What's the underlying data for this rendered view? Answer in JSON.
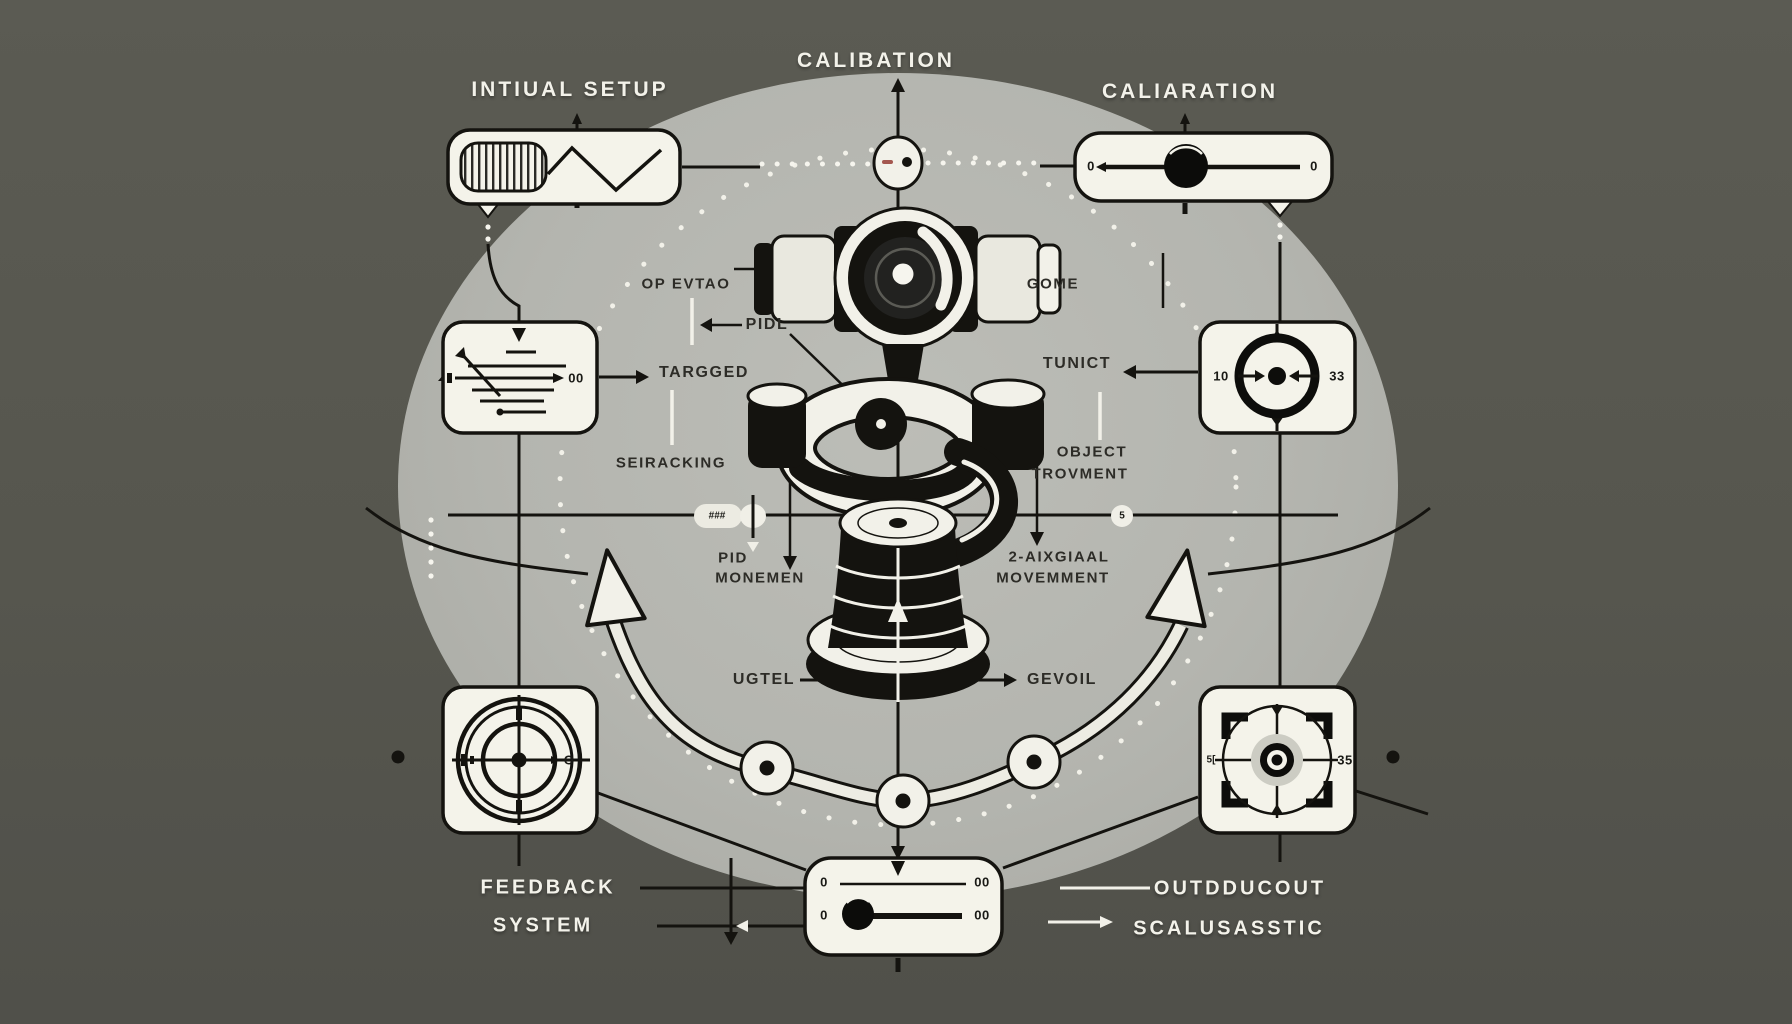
{
  "colors": {
    "background": "#56564e",
    "stage_circle": "#b4b5af",
    "panel": "#f4f3ea",
    "ink": "#14130f",
    "label_dark": "#2d2c27",
    "label_white": "#f3f2ea",
    "accent_dot": "#a4574f"
  },
  "labels": {
    "initial_setup": "INTIUAL SETUP",
    "calibation": "CALIBATION",
    "caliaration": "CALIARATION",
    "op_evtao": "OP EVTAO",
    "gome": "GOME",
    "pidl": "PIDL",
    "targged": "TARGGED",
    "tunict": "TUNICT",
    "seiracking": "SEIRACKING",
    "object_line1": "OBJECT",
    "object_line2": "TROVMENT",
    "pid_line1": "PID",
    "pid_line2": "MONEMEN",
    "axis_line1": "2-AIXGIAAL",
    "axis_line2": "MOVEMMENT",
    "ugtel": "UGTEL",
    "gevoil": "GEVOIL",
    "feedback_line1": "FEEDBACK",
    "feedback_line2": "SYSTEM",
    "output_line1": "OUTDDUCOUT",
    "output_line2": "SCALUSASSTIC"
  },
  "values": {
    "signal_box_value": "00",
    "caliaration_min": "0",
    "caliaration_max": "0",
    "crosshair_left": "10",
    "crosshair_right": "33",
    "target_marker": "O",
    "viewfinder_value": "35",
    "viewfinder_left_marker": "5[",
    "slider1_min": "0",
    "slider1_max": "00",
    "slider2_min": "0",
    "slider2_max": "00",
    "hash_node": "###",
    "mid_node": "5"
  }
}
